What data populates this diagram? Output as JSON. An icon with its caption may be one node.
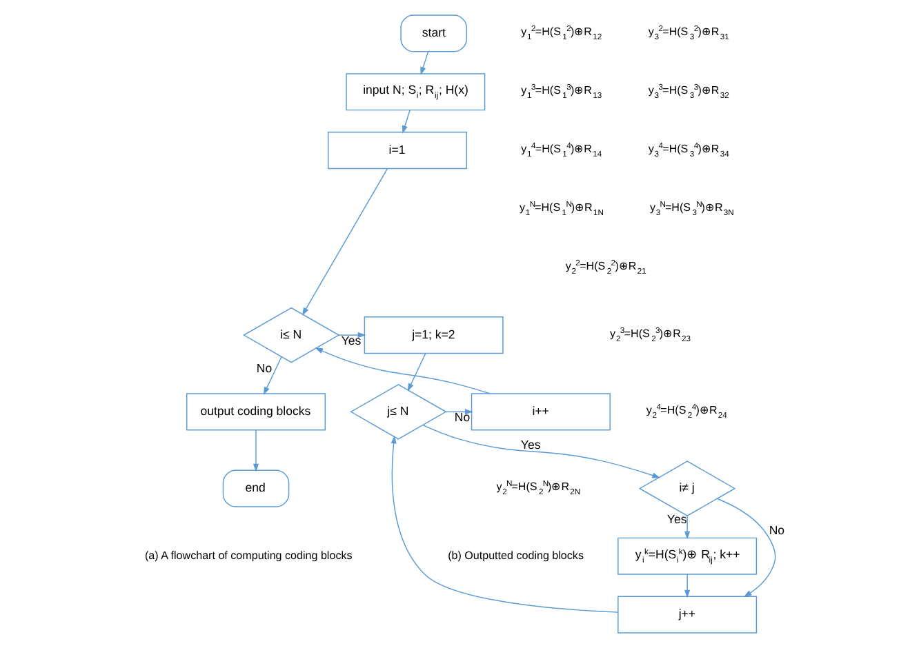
{
  "diagram": {
    "nodes": [
      {
        "text": [
          "start"
        ]
      },
      {
        "text": [
          "input N; S$_{i}$; R$_{ij}$; H(x)"
        ]
      },
      {
        "text": [
          "i=1"
        ]
      },
      {
        "text": [
          "i≤ N"
        ]
      },
      {
        "text": [
          "j=1; k=2"
        ]
      },
      {
        "text": [
          "j≤ N"
        ]
      },
      {
        "text": [
          "i++"
        ]
      },
      {
        "text": [
          "i≠ j"
        ]
      },
      {
        "text": [
          "y$_{i}$$^{k}$=H(S$_{i}$$^{k}$)⊕ R$_{ij}$; k++"
        ]
      },
      {
        "text": [
          "j++"
        ]
      },
      {
        "text": [
          "output coding blocks"
        ]
      },
      {
        "text": [
          "end"
        ]
      }
    ],
    "edges": [
      {
        "from": 0,
        "to": 1,
        "arrow": "to"
      },
      {
        "from": 1,
        "to": 2,
        "arrow": "to"
      },
      {
        "from": 2,
        "to": 3,
        "arrow": "to"
      },
      {
        "from": 3,
        "to": 4,
        "arrow": "to",
        "label": "Yes"
      },
      {
        "from": 3,
        "to": 10,
        "arrow": "to",
        "label": "No"
      },
      {
        "from": 4,
        "to": 5,
        "arrow": "to"
      },
      {
        "from": 5,
        "to": 6,
        "arrow": "to",
        "label": "No"
      },
      {
        "from": 5,
        "to": 7,
        "arrow": "to",
        "label": "Yes"
      },
      {
        "from": 7,
        "to": 8,
        "arrow": "to",
        "label": "Yes"
      },
      {
        "from": 7,
        "to": 9,
        "arrow": "to",
        "label": "No"
      },
      {
        "from": 8,
        "to": 9,
        "arrow": "to"
      },
      {
        "from": 9,
        "to": 5,
        "arrow": "to"
      },
      {
        "from": 6,
        "to": 3,
        "arrow": "to"
      },
      {
        "from": 10,
        "to": 11,
        "arrow": "to"
      }
    ],
    "labels": [
      "y$_{1}$$^{2}$=H(S$_{1}$$^{2}$)⊕R$_{12}$",
      "y$_{3}$$^{2}$=H(S$_{3}$$^{2}$)⊕R$_{31}$",
      "y$_{1}$$^{3}$=H(S$_{1}$$^{3}$)⊕R$_{13}$",
      "y$_{3}$$^{3}$=H(S$_{3}$$^{3}$)⊕R$_{32}$",
      "y$_{1}$$^{4}$=H(S$_{1}$$^{4}$)⊕R$_{14}$",
      "y$_{3}$$^{4}$=H(S$_{3}$$^{4}$)⊕R$_{34}$",
      "y$_{1}$$^{N}$=H(S$_{1}$$^{N}$)⊕R$_{1N}$",
      "y$_{3}$$^{N}$=H(S$_{3}$$^{N}$)⊕R$_{3N}$",
      "y$_{2}$$^{2}$=H(S$_{2}$$^{2}$)⊕R$_{21}$",
      "y$_{2}$$^{3}$=H(S$_{2}$$^{3}$)⊕R$_{23}$",
      "y$_{2}$$^{4}$=H(S$_{2}$$^{4}$)⊕R$_{24}$",
      "y$_{2}$$^{N}$=H(S$_{2}$$^{N}$)⊕R$_{2N}$",
      "(a) A flowchart of computing coding blocks",
      "(b) Outputted coding blocks"
    ]
  }
}
